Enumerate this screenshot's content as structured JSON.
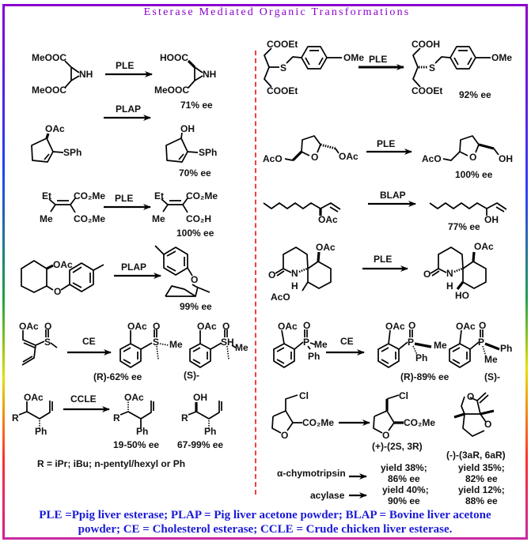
{
  "title": "Esterase Mediated Organic Transformations",
  "left": {
    "r1": {
      "sub_top": "MeOOC",
      "sub_bottom": "MeOOC",
      "sub_nh": "NH",
      "enzyme": "PLE",
      "prod_top": "HOOC",
      "prod_bottom": "MeOOC",
      "prod_nh": "NH",
      "ee": "71% ee"
    },
    "r2": {
      "sub_oac": "OAc",
      "sub_sph": "SPh",
      "enzyme": "PLAP",
      "prod_oh": "OH",
      "prod_sph": "SPh",
      "ee": "70% ee"
    },
    "r3": {
      "sub_et": "Et",
      "sub_me": "Me",
      "sub_co2me_top": "CO₂Me",
      "sub_co2me_bottom": "CO₂Me",
      "enzyme": "PLE",
      "prod_et": "Et",
      "prod_me": "Me",
      "prod_co2me": "CO₂Me",
      "prod_co2h": "CO₂H",
      "ee": "100% ee"
    },
    "r4": {
      "sub_oac": "OAc",
      "sub_o": "O",
      "enzyme": "PLAP",
      "prod_o": "O",
      "ee": "99% ee"
    },
    "r5": {
      "sub_oac": "OAc",
      "sub_o": "O",
      "sub_s": "S",
      "enzyme": "CE",
      "prodR_oac": "OAc",
      "prodR_o": "O",
      "prodR_s": "S",
      "prodR_me": "Me",
      "prodR_ee": "(R)-62% ee",
      "prodS_oac": "OAc",
      "prodS_o": "O",
      "prodS_sh": "SH",
      "prodS_me": "Me",
      "prodS_label": "(S)-"
    },
    "r6": {
      "sub_oac": "OAc",
      "sub_r": "R",
      "sub_ph": "Ph",
      "enzyme": "CCLE",
      "prod1_oac": "OAc",
      "prod1_r": "R",
      "prod1_ph": "Ph",
      "prod1_ee": "19-50% ee",
      "prod2_oh": "OH",
      "prod2_r": "R",
      "prod2_ph": "Ph",
      "prod2_ee": "67-99% ee",
      "r_note": "R = iPr; iBu; n-pentyl/hexyl or Ph"
    }
  },
  "right": {
    "r1": {
      "sub_cooet_top": "COOEt",
      "sub_s": "S",
      "sub_ome": "OMe",
      "sub_cooet_bottom": "COOEt",
      "enzyme": "PLE",
      "prod_cooh": "COOH",
      "prod_s": "S",
      "prod_ome": "OMe",
      "prod_cooet": "COOEt",
      "ee": "92% ee"
    },
    "r2": {
      "sub_aco": "AcO",
      "sub_o": "O",
      "sub_oac": "OAc",
      "enzyme": "PLE",
      "prod_aco": "AcO",
      "prod_o": "O",
      "prod_oh": "OH",
      "ee": "100% ee"
    },
    "r3": {
      "sub_oac": "OAc",
      "enzyme": "BLAP",
      "prod_oh": "OH",
      "ee": "77% ee"
    },
    "r4": {
      "sub_oac": "OAc",
      "sub_o": "O",
      "sub_n": "N",
      "sub_h": "H",
      "sub_aco": "AcO",
      "enzyme": "PLE",
      "prod_oac": "OAc",
      "prod_o": "O",
      "prod_n": "N",
      "prod_h": "H",
      "prod_ho": "HO"
    },
    "r5": {
      "sub_oac": "OAc",
      "sub_o": "O",
      "sub_p": "P",
      "sub_me": "Me",
      "sub_ph": "Ph",
      "enzyme": "CE",
      "prodR_oac": "OAc",
      "prodR_o": "O",
      "prodR_p": "P",
      "prodR_me": "Me",
      "prodR_ph": "Ph",
      "prodR_ee": "(R)-89% ee",
      "prodS_oac": "OAc",
      "prodS_o": "O",
      "prodS_p": "P",
      "prodS_ph": "Ph",
      "prodS_me": "Me",
      "prodS_label": "(S)-"
    },
    "r6": {
      "sub_cl": "Cl",
      "sub_co2me": "CO₂Me",
      "sub_o": "O",
      "prod_cl": "Cl",
      "prod_co2me": "CO₂Me",
      "prod_o": "O",
      "lactone_o1": "O",
      "lactone_o2": "O",
      "prod_label": "(+)-(2S, 3R)",
      "lactone_label": "(-)-(3aR, 6aR)",
      "enzymes": [
        {
          "name": "α-chymotripsin",
          "prod_yield": "yield 38%;",
          "prod_ee": "86% ee",
          "lactone_yield": "yield 35%;",
          "lactone_ee": "82% ee"
        },
        {
          "name": "acylase",
          "prod_yield": "yield 40%;",
          "prod_ee": "90% ee",
          "lactone_yield": "yield 12%;",
          "lactone_ee": "88% ee"
        }
      ]
    }
  },
  "footer": {
    "line1": "PLE =Ppig liver esterase;  PLAP = Pig liver acetone powder; BLAP = Bovine liver acetone",
    "line2": "powder; CE = Cholesterol esterase;  CCLE = Crude chicken liver esterase."
  },
  "colors": {
    "title": "#8a00cc",
    "footer": "#1a1ad8",
    "divider": "#f04040"
  }
}
